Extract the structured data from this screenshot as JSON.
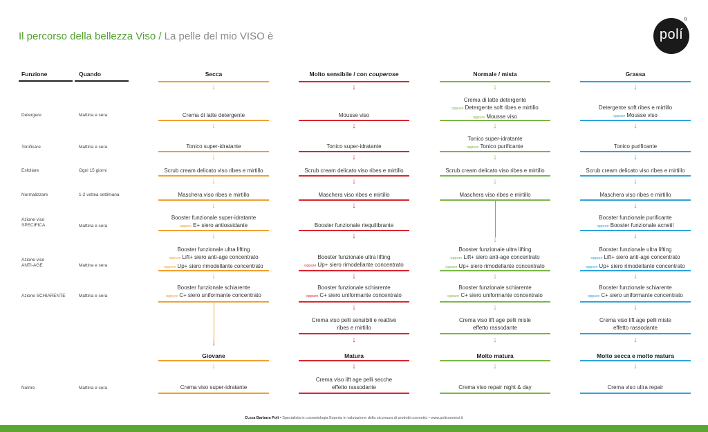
{
  "header": {
    "title_green": "Il percorso della bellezza Viso /",
    "title_gray": "La pelle del mio VISO è",
    "logo_text": "polí",
    "reg_mark": "®"
  },
  "colors": {
    "secca": "#f0a030",
    "sensibile": "#d8262e",
    "normale": "#7ab648",
    "grassa": "#2fa3dc",
    "oppure_secca": "#f0a030",
    "oppure_sensibile": "#d8262e",
    "oppure_normale": "#7ab648",
    "oppure_grassa": "#2fa3dc"
  },
  "columns": {
    "funzione": "Funzione",
    "quando": "Quando",
    "secca": "Secca",
    "sensibile_prefix": "Molto sensibile / con ",
    "sensibile_italic": "couperose",
    "normale": "Normale / mista",
    "grassa": "Grassa"
  },
  "oppure": "oppure",
  "rows": {
    "detergere": {
      "label": "Detergere",
      "when": "Mattina e sera",
      "secca": "Crema di latte detergente",
      "sensibile": "Mousse viso",
      "normale_1": "Crema di latte detergente",
      "normale_2": "Detergente soft ribes e mirtillo",
      "normale_3": "Mousse viso",
      "grassa_1": "Detergente soft ribes e mirtillo",
      "grassa_2": "Mousse viso"
    },
    "tonificare": {
      "label": "Tonificare",
      "when": "Mattina e sera",
      "secca": "Tonico super-idratante",
      "sensibile": "Tonico super-idratante",
      "normale_1": "Tonico super-idratante",
      "normale_2": "Tonico purificante",
      "grassa": "Tonico purificante"
    },
    "esfoliare": {
      "label": "Esfoliare",
      "when": "Ogni 15 giorni",
      "value": "Scrub cream delicato viso ribes e mirtillo"
    },
    "normalizzare": {
      "label": "Normalizzare",
      "when": "1-2 voltea settimana",
      "value": "Maschera viso ribes e mirtillo"
    },
    "specifica": {
      "label_1": "Azione viso",
      "label_2": "SPECIFICA",
      "when": "Mattina e sera",
      "secca_1": "Booster funzionale super-idratante",
      "secca_2": "E+ siero antiossidante",
      "sensibile": "Booster funzionale riequilibrante",
      "grassa_1": "Booster funzionale purificante",
      "grassa_2": "Booster funzionale acnetil"
    },
    "antiage": {
      "label_1": "Azione viso",
      "label_2": "ANTI-AGE",
      "when": "Mattina e sera",
      "line_1": "Booster funzionale ultra lifting",
      "line_2": "Lift+ siero anti-age concentrato",
      "line_3": "Up+ siero rimodellante concentrato"
    },
    "schiarente": {
      "label": "Azione SCHIARENTE",
      "when": "Mattina e sera",
      "line_1": "Booster funzionale schiarente",
      "line_2": "C+ siero uniformante concentrato"
    },
    "crema": {
      "sensibile_1": "Crema viso pelli sensibili e reattive",
      "sensibile_2": "ribes e mirtillo",
      "normale_1": "Crema viso lift age pelli miste",
      "normale_2": "effetto rassodante",
      "grassa_1": "Crema viso lift age pelli miste",
      "grassa_2": "effetto rassodante"
    },
    "nutrire": {
      "label": "Nutrire",
      "when": "Mattina e sera",
      "h_giovane": "Giovane",
      "h_matura": "Matura",
      "h_molto_matura": "Molto matura",
      "h_molto_secca": "Molto secca e molto matura",
      "giovane": "Crema viso super-idratante",
      "matura_1": "Crema viso lift age pelli secche",
      "matura_2": "effetto rassodante",
      "molto_matura": "Crema viso repair night & day",
      "molto_secca": "Crema viso ultra repair"
    }
  },
  "arrow_glyph": "↓",
  "footer": {
    "name": "D.ssa Barbara Poli",
    "sep": "•",
    "desc": "Specialista in cosmetologia Esperta in valutazione della sicurezza di prodotti cosmetici",
    "site": "www.policosmesi.it"
  }
}
